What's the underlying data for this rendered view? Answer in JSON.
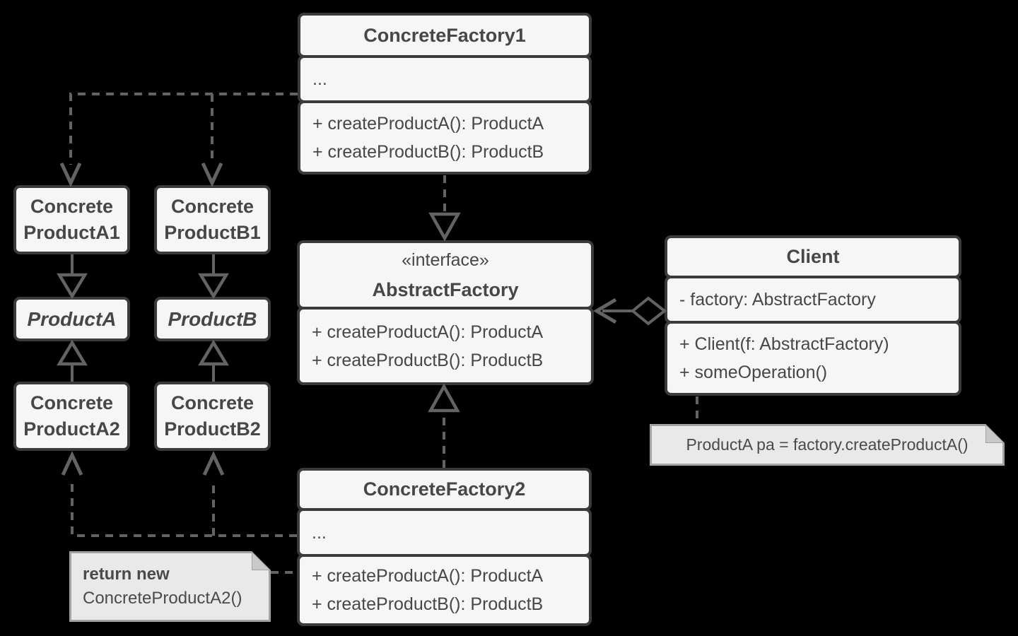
{
  "colors": {
    "background": "#000000",
    "classFill": "#f6f6f6",
    "classBorder": "#3b3b3b",
    "textColor": "#474747",
    "lineColor": "#636363",
    "noteFill": "#e9e9e9",
    "noteBorder": "#a3a3a3"
  },
  "classes": {
    "concreteFactory1": {
      "title": "ConcreteFactory1",
      "attributes": [
        "..."
      ],
      "methods": [
        "+ createProductA(): ProductA",
        "+ createProductB(): ProductB"
      ]
    },
    "abstractFactory": {
      "stereotype": "«interface»",
      "title": "AbstractFactory",
      "methods": [
        "+ createProductA(): ProductA",
        "+ createProductB(): ProductB"
      ]
    },
    "client": {
      "title": "Client",
      "attributes": [
        "- factory: AbstractFactory"
      ],
      "methods": [
        "+ Client(f: AbstractFactory)",
        "+ someOperation()"
      ]
    },
    "concreteFactory2": {
      "title": "ConcreteFactory2",
      "attributes": [
        "..."
      ],
      "methods": [
        "+ createProductA(): ProductA",
        "+ createProductB(): ProductB"
      ]
    },
    "concreteProductA1": {
      "line1": "Concrete",
      "line2": "ProductA1"
    },
    "concreteProductB1": {
      "line1": "Concrete",
      "line2": "ProductB1"
    },
    "productA": {
      "title": "ProductA"
    },
    "productB": {
      "title": "ProductB"
    },
    "concreteProductA2": {
      "line1": "Concrete",
      "line2": "ProductA2"
    },
    "concreteProductB2": {
      "line1": "Concrete",
      "line2": "ProductB2"
    }
  },
  "notes": {
    "clientCode": {
      "text": "ProductA pa = factory.createProductA()"
    },
    "returnNew": {
      "line1": "return new",
      "line2": "ConcreteProductA2()"
    }
  },
  "relationships": [
    {
      "from": "ConcreteFactory1",
      "to": "ConcreteProductA1",
      "type": "dashed-dependency-arrow"
    },
    {
      "from": "ConcreteFactory1",
      "to": "ConcreteProductB1",
      "type": "dashed-dependency-arrow"
    },
    {
      "from": "ConcreteFactory1",
      "to": "AbstractFactory",
      "type": "realization-hollow-triangle"
    },
    {
      "from": "ConcreteFactory2",
      "to": "AbstractFactory",
      "type": "realization-hollow-triangle"
    },
    {
      "from": "ConcreteFactory2",
      "to": "ConcreteProductA2",
      "type": "dashed-dependency-arrow"
    },
    {
      "from": "ConcreteFactory2",
      "to": "ConcreteProductB2",
      "type": "dashed-dependency-arrow"
    },
    {
      "from": "ConcreteProductA1",
      "to": "ProductA",
      "type": "generalization-hollow-triangle"
    },
    {
      "from": "ConcreteProductB1",
      "to": "ProductB",
      "type": "generalization-hollow-triangle"
    },
    {
      "from": "ConcreteProductA2",
      "to": "ProductA",
      "type": "generalization-hollow-triangle"
    },
    {
      "from": "ConcreteProductB2",
      "to": "ProductB",
      "type": "generalization-hollow-triangle"
    },
    {
      "from": "Client",
      "to": "AbstractFactory",
      "type": "aggregation-hollow-diamond"
    },
    {
      "from": "Client",
      "to": "note ProductA pa = factory.createProductA()",
      "type": "note-anchor"
    },
    {
      "from": "note return new ConcreteProductA2()",
      "to": "ConcreteFactory2",
      "type": "note-anchor"
    }
  ]
}
